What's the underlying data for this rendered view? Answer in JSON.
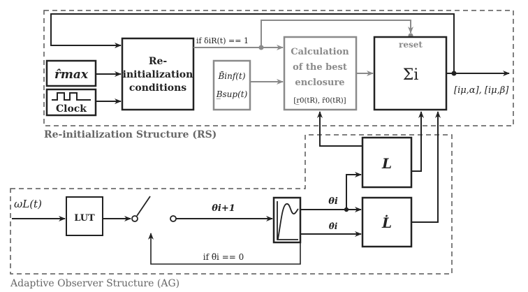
{
  "regions": {
    "rs_label": "Re-initialization Structure (RS)",
    "ag_label": "Adaptive Observer Structure (AG)"
  },
  "blocks": {
    "r_max": "r̂max",
    "clock": "Clock",
    "reinit": [
      "Re-",
      "initialization",
      "conditions"
    ],
    "bounds": [
      "B̄inf(t)",
      "B̲sup(t)"
    ],
    "calc": [
      "Calculation",
      "of the best",
      "enclosure",
      "[r̲0(tR), r̄0(tR)]"
    ],
    "sum_reset": "reset",
    "sum": "Σi",
    "lut": "LUT",
    "l": "L",
    "l_dot": "L̇"
  },
  "signals": {
    "delta_cond": "if δiR(t) == 1",
    "output": "[iμ,α], [iμ,β]",
    "omega": "ωL(t)",
    "theta_next": "θi+1",
    "theta": "θi",
    "theta_dot": "θ̇i",
    "theta_ddot_cond": "if θ̈i == 0"
  },
  "colors": {
    "main": "#222222",
    "gray": "#8a8a8a",
    "dash": "#555555"
  }
}
